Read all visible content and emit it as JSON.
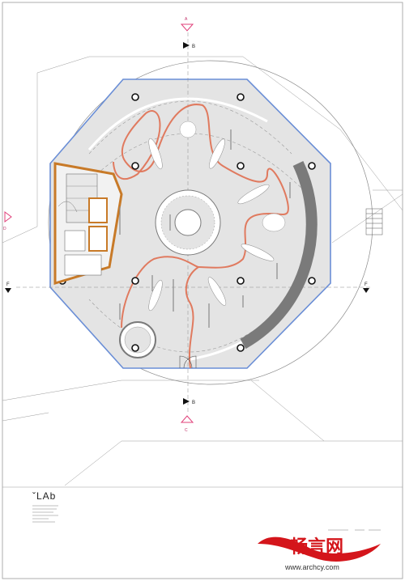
{
  "section_marks": {
    "top": "A",
    "bottom": "C",
    "left": "D",
    "left_axis": "F",
    "right_axis": "F",
    "grid_top": "B",
    "grid_bottom": "B"
  },
  "watermark": {
    "brand_cn": "畅言网",
    "url": "www.archcy.com"
  },
  "title_block": {
    "logo": "ˇLAb"
  },
  "colors": {
    "floor": "#e4e4e4",
    "outline": "#6a8ed6",
    "path": "#e07a5f",
    "core_wall": "#c87a28",
    "curved_wall": "#7a7a7a",
    "section": "#e0407a"
  }
}
